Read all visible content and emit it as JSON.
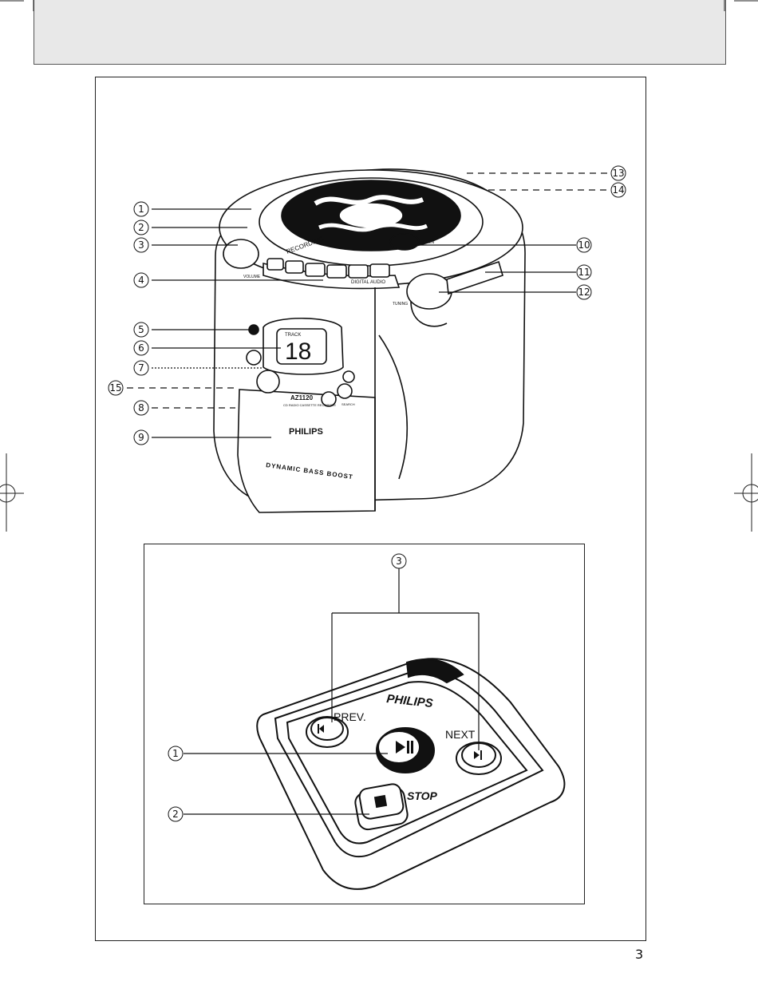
{
  "page": {
    "number": "3"
  },
  "figure_top": {
    "brand": "PHILIPS",
    "model": "AZ1120",
    "model_sub": "CD RADIO CASSETTE RECORDER",
    "bass_label": "DYNAMIC BASS BOOST",
    "display_value": "18",
    "display_label": "TRACK",
    "disc_label": "DIGITAL AUDIO",
    "recording_label": "RECORDING",
    "open_label": "OPEN",
    "volume_label": "VOLUME",
    "tuning_label": "TUNING",
    "search_label": "SEARCH",
    "callouts": [
      "1",
      "2",
      "3",
      "4",
      "5",
      "6",
      "7",
      "15",
      "8",
      "9",
      "13",
      "14",
      "10",
      "11",
      "12"
    ]
  },
  "figure_remote": {
    "brand": "PHILIPS",
    "prev_label": "PREV.",
    "next_label": "NEXT",
    "stop_label": "STOP",
    "callouts": [
      "1",
      "2",
      "3"
    ]
  }
}
